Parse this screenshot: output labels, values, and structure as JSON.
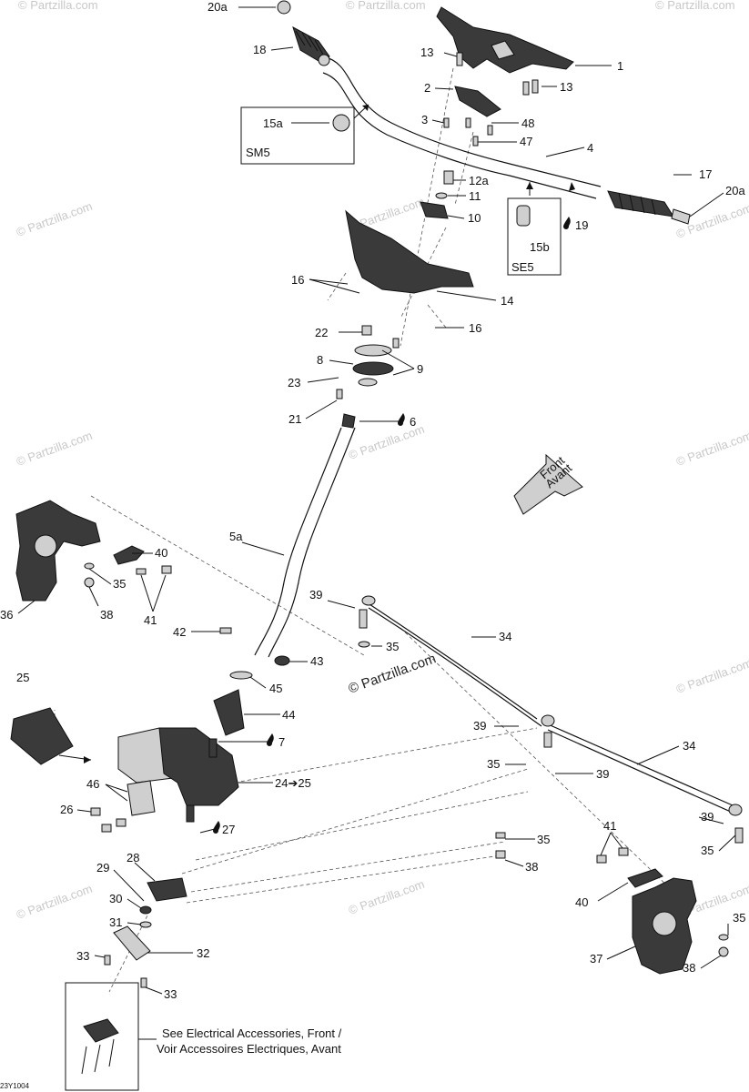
{
  "labels": {
    "l20a_top": "20a",
    "l18": "18",
    "l15a": "15a",
    "sm5": "SM5",
    "l13a": "13",
    "l1": "1",
    "l2": "2",
    "l13b": "13",
    "l3": "3",
    "l48": "48",
    "l47": "47",
    "l4": "4",
    "l17": "17",
    "l20a_right": "20a",
    "l12a": "12a",
    "l11": "11",
    "l10": "10",
    "l19": "19",
    "l15b": "15b",
    "se5": "SE5",
    "l16a": "16",
    "l14": "14",
    "l16b": "16",
    "l22": "22",
    "l8": "8",
    "l9": "9",
    "l23": "23",
    "l21": "21",
    "l6": "6",
    "l5a": "5a",
    "l36": "36",
    "l40a": "40",
    "l35a": "35",
    "l38a": "38",
    "l41a": "41",
    "l39a": "39",
    "l34a": "34",
    "l42": "42",
    "l35b": "35",
    "l43": "43",
    "l45": "45",
    "l25": "25",
    "l44": "44",
    "l7": "7",
    "l39b": "39",
    "l34b": "34",
    "l24": "24➔25",
    "l46": "46",
    "l26": "26",
    "l35c": "35",
    "l39c": "39",
    "l27": "27",
    "l35d": "35",
    "l39d": "39",
    "l41b": "41",
    "l35e": "35",
    "l28": "28",
    "l29": "29",
    "l38b": "38",
    "l30": "30",
    "l40b": "40",
    "l31": "31",
    "l35f": "35",
    "l32": "32",
    "l33a": "33",
    "l37": "37",
    "l38c": "38",
    "l33b": "33"
  },
  "front_arrow": {
    "line1": "Front",
    "line2": "Avant"
  },
  "note": {
    "line1": "See Electrical Accessories, Front /",
    "line2": "Voir Accessoires Electriques, Avant"
  },
  "watermark": "© Partzilla.com",
  "drawing_code": "23Y1004"
}
